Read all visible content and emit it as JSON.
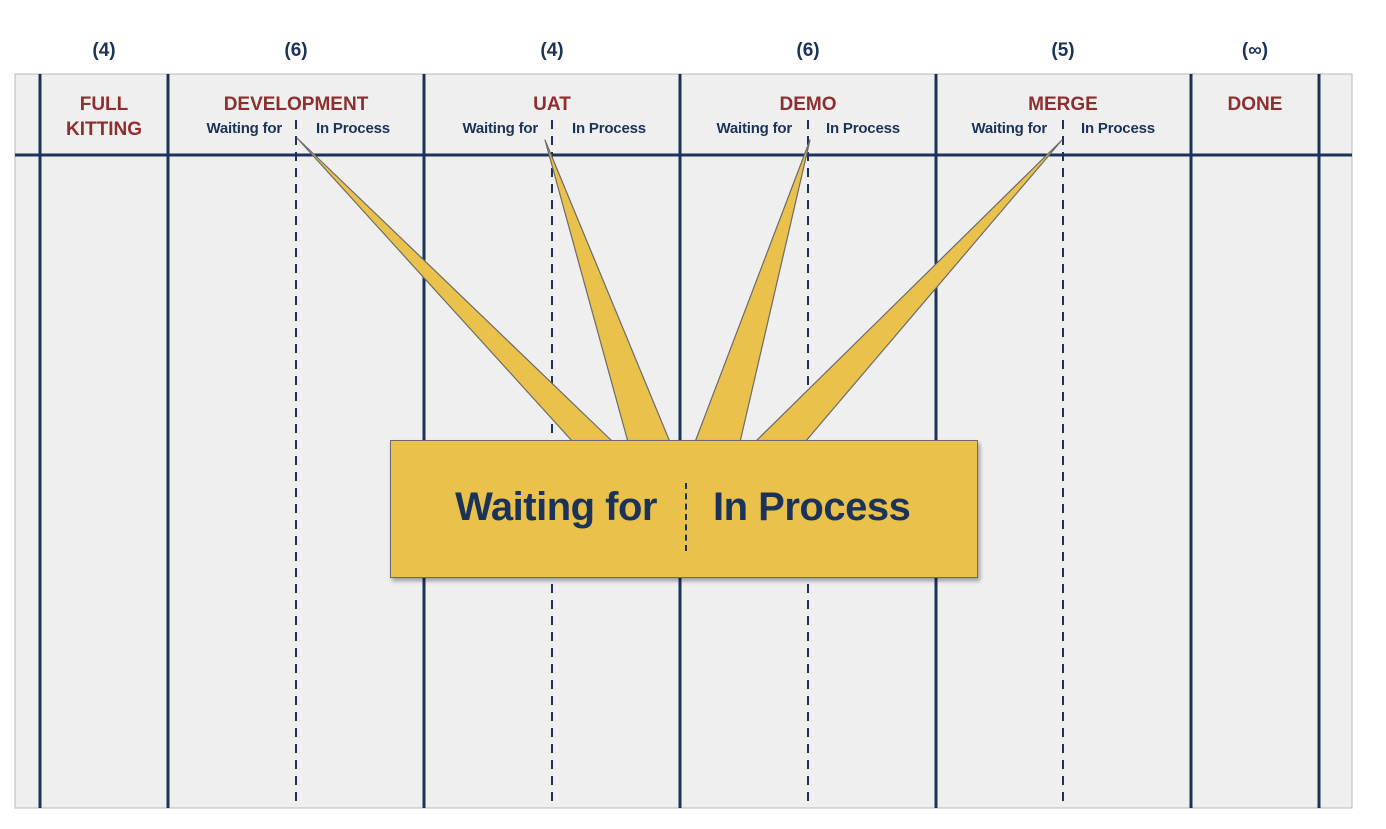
{
  "columns": [
    {
      "wip": "(4)",
      "title": "FULL\nKITTING",
      "sub": null
    },
    {
      "wip": "(6)",
      "title": "DEVELOPMENT",
      "sub": {
        "left": "Waiting for",
        "right": "In Process"
      }
    },
    {
      "wip": "(4)",
      "title": "UAT",
      "sub": {
        "left": "Waiting for",
        "right": "In Process"
      }
    },
    {
      "wip": "(6)",
      "title": "DEMO",
      "sub": {
        "left": "Waiting for",
        "right": "In Process"
      }
    },
    {
      "wip": "(5)",
      "title": "MERGE",
      "sub": {
        "left": "Waiting for",
        "right": "In Process"
      }
    },
    {
      "wip": "(∞)",
      "title": "DONE",
      "sub": null
    }
  ],
  "callout": {
    "left": "Waiting for",
    "right": "In Process"
  },
  "colors": {
    "board_bg": "#efefef",
    "line": "#1c3359",
    "title": "#8e2f2f",
    "callout": "#e9c14b"
  }
}
